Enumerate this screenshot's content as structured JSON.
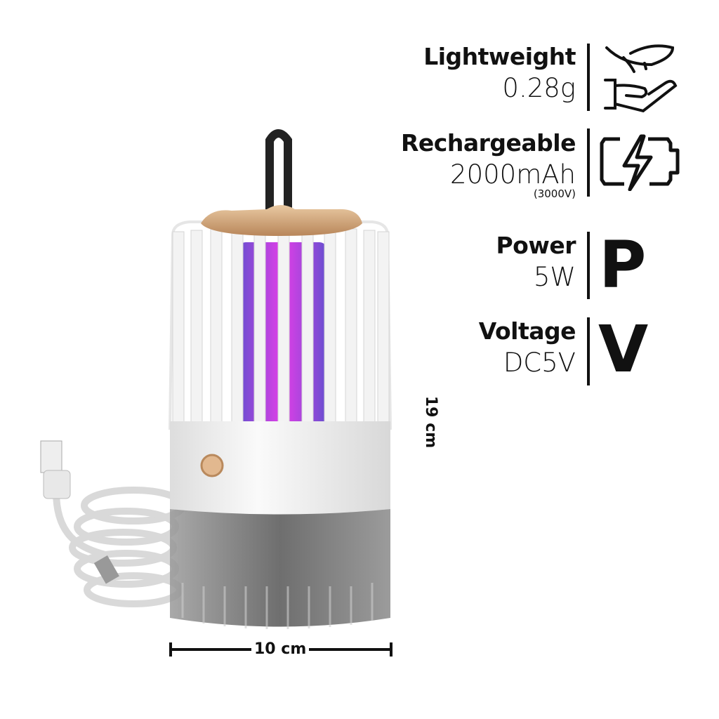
{
  "specs": [
    {
      "title": "Lightweight",
      "value": "0.28g",
      "icon": "feather-hand-icon"
    },
    {
      "title": "Rechargeable",
      "value": "2000mAh",
      "sub": "(3000V)",
      "icon": "battery-bolt-icon"
    },
    {
      "title": "Power",
      "value": "5W",
      "icon": "letter-p-icon",
      "icon_letter": "P"
    },
    {
      "title": "Voltage",
      "value": "DC5V",
      "icon": "letter-v-icon",
      "icon_letter": "V"
    }
  ],
  "dimensions": {
    "height": "19 cm",
    "width": "10 cm"
  },
  "colors": {
    "uv_light": "#d23ce0",
    "cap_gold": "#c99a6a",
    "body": "#f2f2f2",
    "base": "#4a4a4a"
  }
}
